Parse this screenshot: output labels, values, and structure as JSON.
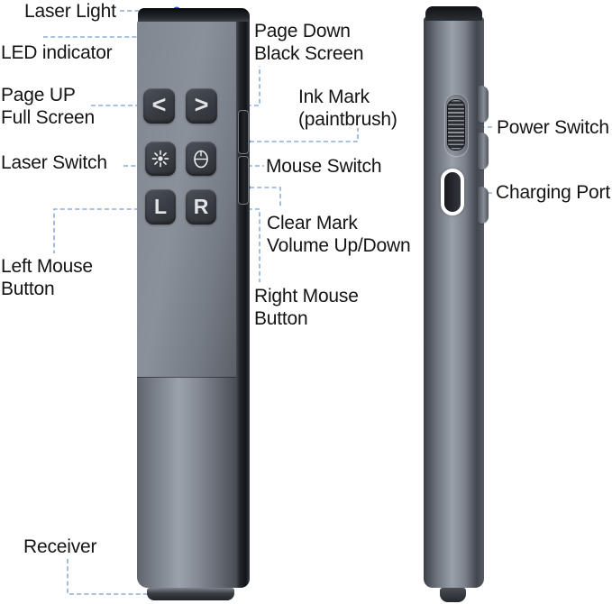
{
  "labels": {
    "laser_light": {
      "text": "Laser Light"
    },
    "led_indicator": {
      "text": "LED indicator"
    },
    "page_up": {
      "line1": "Page UP",
      "line2": "Full Screen"
    },
    "page_down": {
      "line1": "Page Down",
      "line2": "Black Screen"
    },
    "ink_mark": {
      "line1": "Ink Mark",
      "line2": "(paintbrush)"
    },
    "laser_switch": {
      "text": "Laser Switch"
    },
    "mouse_switch": {
      "text": "Mouse Switch"
    },
    "clear_mark": {
      "line1": "Clear Mark",
      "line2": "Volume Up/Down"
    },
    "left_mouse": {
      "line1": "Left Mouse",
      "line2": "Button"
    },
    "right_mouse": {
      "line1": "Right Mouse",
      "line2": "Button"
    },
    "receiver": {
      "text": "Receiver"
    },
    "power_switch": {
      "text": "Power Switch"
    },
    "charging_port": {
      "text": "Charging Port"
    }
  },
  "front_view": {
    "buttons": {
      "page_up_glyph": "<",
      "page_down_glyph": ">",
      "left_glyph": "L",
      "right_glyph": "R",
      "laser_icon": "laser-starburst-icon",
      "mouse_icon": "mouse-icon"
    }
  },
  "colors": {
    "background": "#ffffff",
    "text": "#141414",
    "callout_line": "#8aadd9",
    "callout_dot": "#1e56c3",
    "led_glow": "#4f8df0",
    "body_highlight": "#9aa1ab",
    "body_shadow": "#2c2f35",
    "button_face": "#3e424a",
    "charging_port_ring": "#ffffff"
  }
}
